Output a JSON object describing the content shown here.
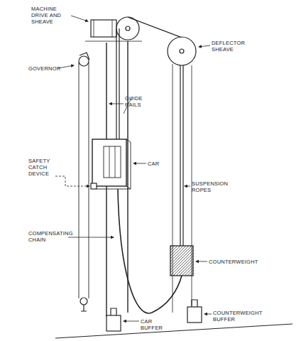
{
  "diagram": {
    "labels": [
      "MACHINE DRIVE AND SHEAVE",
      "DEFLECTOR SHEAVE",
      "GOVERNOR",
      "GUIDE RAILS",
      "CAR",
      "SAFETY CATCH DEVICE",
      "SUSPENSION ROPES",
      "COMPENSATING CHAIN",
      "COUNTERWEIGHT",
      "CAR BUFFER",
      "COUNTERWEIGHT BUFFER"
    ]
  }
}
